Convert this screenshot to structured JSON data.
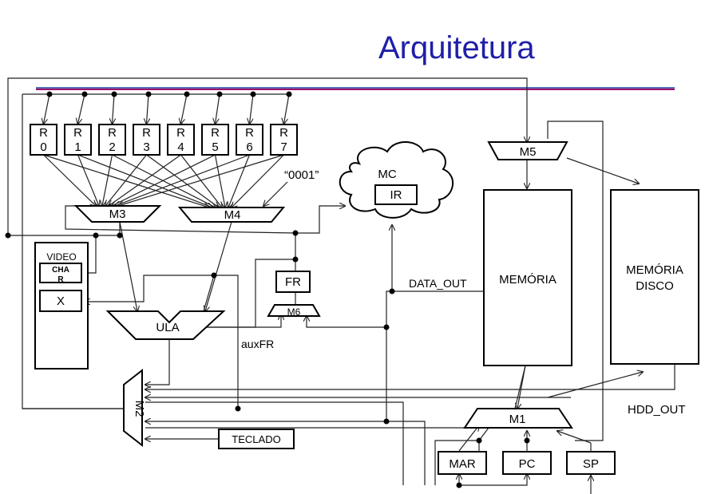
{
  "title": "Arquitetura",
  "registers": [
    {
      "top": "R",
      "bottom": "0"
    },
    {
      "top": "R",
      "bottom": "1"
    },
    {
      "top": "R",
      "bottom": "2"
    },
    {
      "top": "R",
      "bottom": "3"
    },
    {
      "top": "R",
      "bottom": "4"
    },
    {
      "top": "R",
      "bottom": "5"
    },
    {
      "top": "R",
      "bottom": "6"
    },
    {
      "top": "R",
      "bottom": "7"
    }
  ],
  "labels": {
    "const": "“0001”",
    "m3": "M3",
    "m4": "M4",
    "m5": "M5",
    "m6": "M6",
    "m1": "M1",
    "m2": "M2",
    "mc": "MC",
    "ir": "IR",
    "ula": "ULA",
    "fr": "FR",
    "auxfr": "auxFR",
    "video": "VIDEO",
    "charb_line1": "CHA",
    "charb_line2": "R",
    "x": "X",
    "data_out": "DATA_OUT",
    "memoria": "MEMÓRIA",
    "disco_line1": "MEMÓRIA",
    "disco_line2": "DISCO",
    "hdd_out": "HDD_OUT",
    "teclado": "TECLADO",
    "mar": "MAR",
    "pc": "PC",
    "sp": "SP"
  },
  "colors": {
    "title": "#1f1fa8",
    "separator_top": "#1f3fa0",
    "separator_bottom": "#a0106a"
  }
}
